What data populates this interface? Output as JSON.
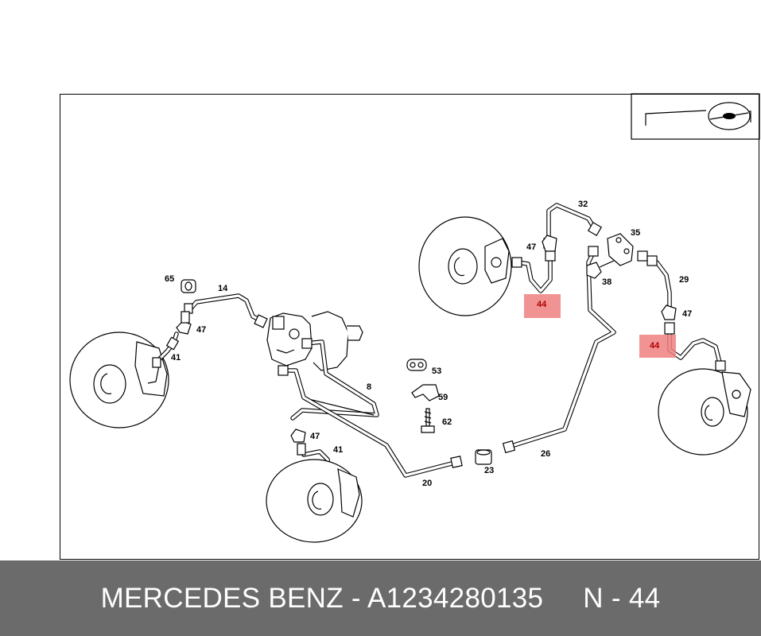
{
  "diagram": {
    "callouts": [
      "65",
      "14",
      "47",
      "41",
      "8",
      "53",
      "59",
      "62",
      "47",
      "41",
      "20",
      "23",
      "26",
      "32",
      "47",
      "35",
      "38",
      "29",
      "47"
    ],
    "highlight_labels": [
      "44",
      "44"
    ],
    "highlight_color": "#f08080"
  },
  "footer": {
    "brand_part": "MERCEDES BENZ - A1234280135",
    "position": "N - 44",
    "background": "#6b6b6b"
  },
  "icons": [
    "steering-wheel-icon"
  ]
}
